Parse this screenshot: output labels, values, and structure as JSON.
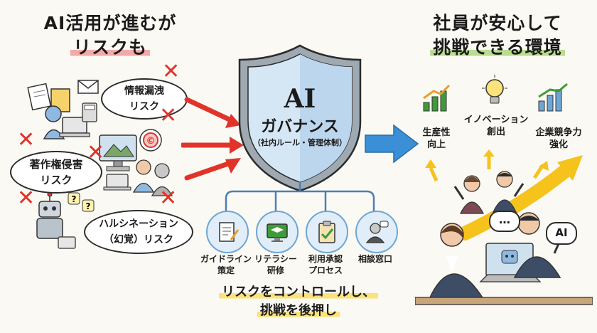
{
  "left": {
    "title_line1": "AI活用が進むが",
    "title_line2": "リスクも",
    "risks": [
      {
        "line1": "情報漏洩",
        "line2": "リスク"
      },
      {
        "line1": "著作権侵害",
        "line2": "リスク"
      },
      {
        "line1": "ハルシネーション",
        "line2": "（幻覚）リスク"
      }
    ]
  },
  "center": {
    "shield_title": "AI",
    "shield_subtitle": "ガバナンス",
    "shield_note": "（社内ルール・管理体制）",
    "pillars": [
      {
        "icon": "document-pen-icon",
        "line1": "ガイドライン",
        "line2": "策定"
      },
      {
        "icon": "training-monitor-icon",
        "line1": "リテラシー",
        "line2": "研修"
      },
      {
        "icon": "approval-clipboard-icon",
        "line1": "利用承認",
        "line2": "プロセス"
      },
      {
        "icon": "consultant-icon",
        "line1": "相談窓口",
        "line2": ""
      }
    ],
    "bottom_line1": "リスクをコントロールし、",
    "bottom_line2": "挑戦を後押し"
  },
  "right": {
    "title_line1": "社員が安心して",
    "title_line2": "挑戦できる環境",
    "benefits": [
      {
        "icon": "growth-chart-icon",
        "line1": "生産性",
        "line2": "向上"
      },
      {
        "icon": "lightbulb-icon",
        "line1": "イノベーション",
        "line2": "創出"
      },
      {
        "icon": "bar-chart-up-icon",
        "line1": "企業競争力",
        "line2": "強化"
      }
    ],
    "speech_ai": "AI",
    "speech_dots": "…"
  },
  "colors": {
    "risk_red": "#e0342b",
    "shield_blue": "#6ea6d6",
    "arrow_blue": "#3a8fd6",
    "growth_yellow": "#f6c21c",
    "benefit_green": "#3f9a3a"
  }
}
